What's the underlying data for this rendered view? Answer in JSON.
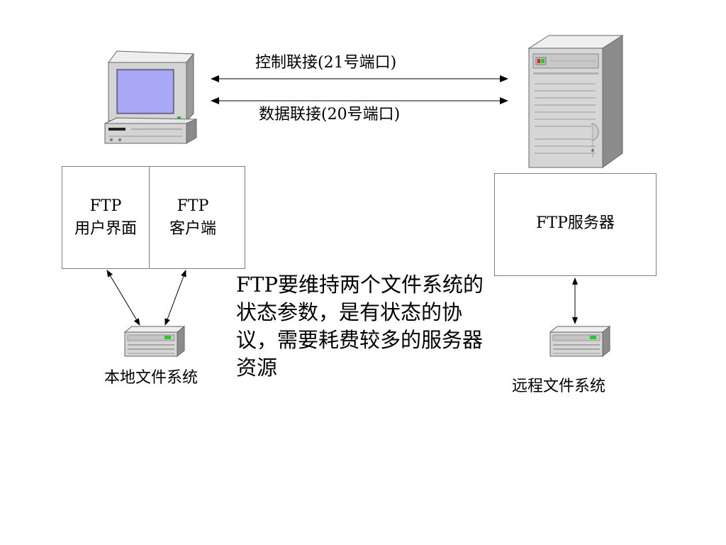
{
  "connections": {
    "control": "控制联接(21号端口)",
    "data": "数据联接(20号端口)"
  },
  "client": {
    "ui_title": "FTP",
    "ui_subtitle": "用户界面",
    "client_title": "FTP",
    "client_subtitle": "客户端"
  },
  "server": {
    "label": "FTP服务器"
  },
  "local_fs": {
    "label": "本地文件系统"
  },
  "remote_fs": {
    "label": "远程文件系统"
  },
  "note": "FTP要维持两个文件系统的状态参数，是有状态的协议，需要耗费较多的服务器资源",
  "icons": {
    "client_computer": "desktop-computer-icon",
    "server_machine": "tower-server-icon",
    "local_storage": "disk-drive-icon",
    "remote_storage": "disk-drive-icon"
  },
  "colors": {
    "screen": "#9a9af0",
    "case": "#d4d4d4",
    "line": "#000000",
    "box_border": "#7f7f7f"
  }
}
